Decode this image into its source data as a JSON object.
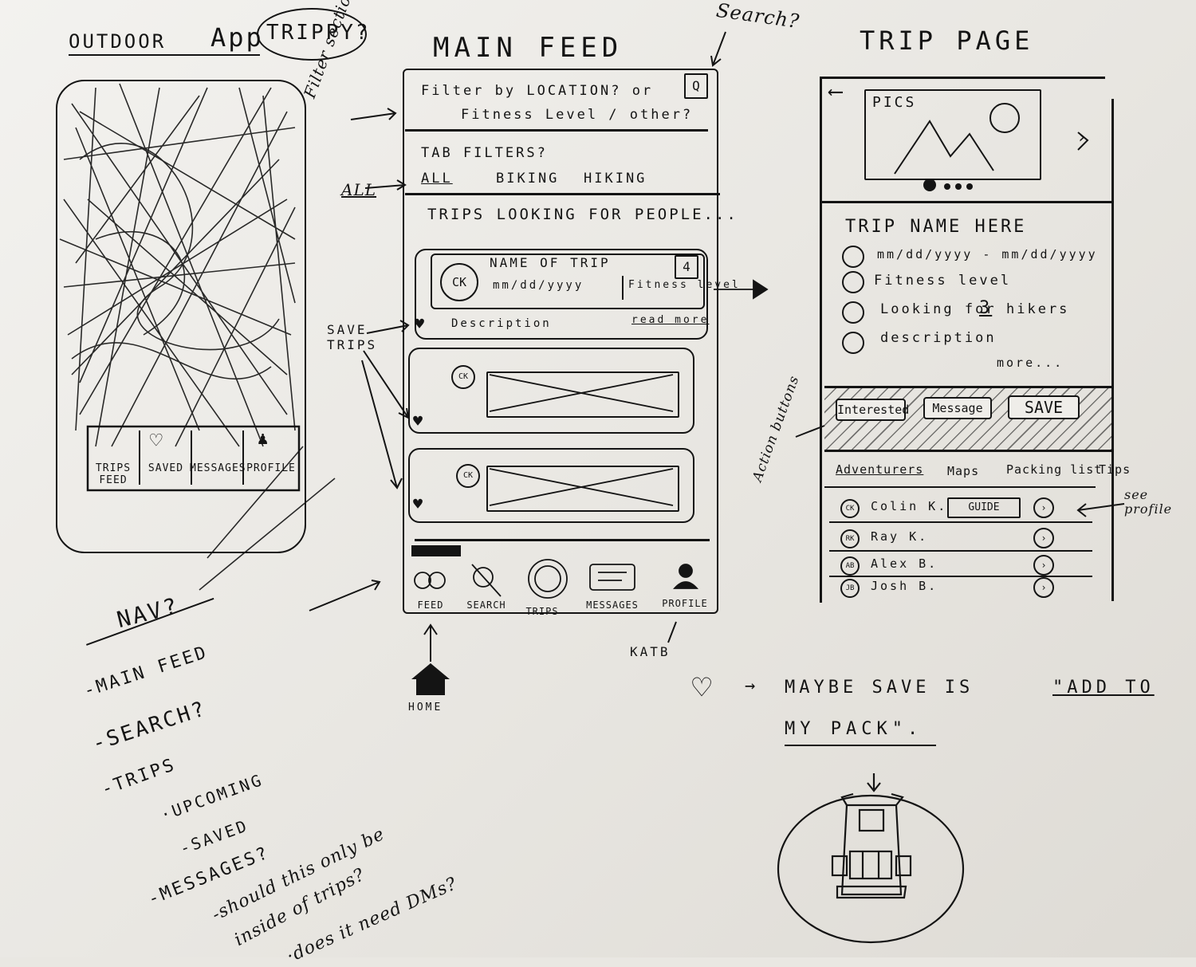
{
  "header": {
    "title_outdoor": "OUTDOOR",
    "title_app": "App",
    "title_trippy": "TRIPPY?",
    "main_feed": "MAIN FEED",
    "search_q": "Search?",
    "trip_page": "TRIP PAGE"
  },
  "left_phone": {
    "nav": [
      "TRIPS FEED",
      "SAVED",
      "MESSAGES",
      "PROFILE"
    ]
  },
  "feed": {
    "filter_line1": "Filter by LOCATION? or",
    "filter_line2": "Fitness Level / other?",
    "search_icon_label": "Q",
    "tab_filters_label": "TAB FILTERS?",
    "tabs": [
      "ALL",
      "BIKING",
      "HIKING"
    ],
    "section_title": "TRIPS LOOKING FOR PEOPLE...",
    "card": {
      "avatar": "CK",
      "name": "NAME OF TRIP",
      "count": "4",
      "date": "mm/dd/yyyy",
      "fitness": "Fitness level",
      "description": "Description",
      "read_more": "read more"
    },
    "card2_avatar": "CK",
    "card3_avatar": "CK",
    "nav": [
      "FEED",
      "SEARCH",
      "TRIPS",
      "MESSAGES",
      "PROFILE"
    ]
  },
  "annotations": {
    "filter_section": "Filter section",
    "all": "ALL",
    "save_trips": "SAVE TRIPS",
    "search": "Search?",
    "home": "HOME",
    "katb": "KATB",
    "action_buttons": "Action buttons",
    "see_profile": "see profile"
  },
  "trip": {
    "pics": "PICS",
    "name": "TRIP NAME HERE",
    "date_range": "mm/dd/yyyy - mm/dd/yyyy",
    "fitness": "Fitness level",
    "looking_prefix": "Looking for",
    "looking_number": "3",
    "looking_suffix": "hikers",
    "description": "description",
    "more": "more...",
    "buttons": [
      "Interested",
      "Message",
      "SAVE"
    ],
    "tabs": [
      "Adventurers",
      "Maps",
      "Packing list",
      "Tips"
    ],
    "adventurers": [
      {
        "avatar": "CK",
        "name": "Colin K.",
        "badge": "GUIDE"
      },
      {
        "avatar": "RK",
        "name": "Ray K.",
        "badge": ""
      },
      {
        "avatar": "AB",
        "name": "Alex B.",
        "badge": ""
      },
      {
        "avatar": "JB",
        "name": "Josh B.",
        "badge": ""
      }
    ]
  },
  "nav_notes": {
    "title": "NAV?",
    "items": [
      "-MAIN FEED",
      "-SEARCH?",
      "-TRIPS",
      "·UPCOMING",
      "-SAVED",
      "-MESSAGES?",
      "-should this only be",
      "inside of trips?",
      "·does it need DMs?"
    ]
  },
  "bottom_note": {
    "text1": "MAYBE SAVE IS",
    "text2": "\"ADD TO",
    "text3": "MY PACK\"."
  }
}
